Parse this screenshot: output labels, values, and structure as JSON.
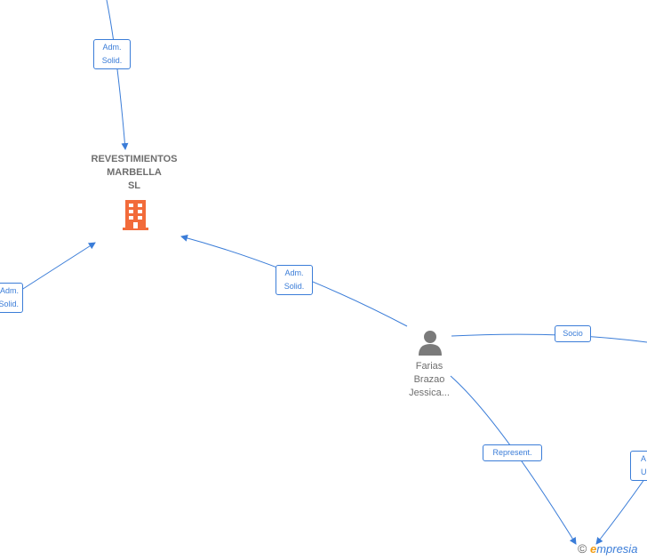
{
  "colors": {
    "edge": "#3b7dd8",
    "company_icon": "#f26b3a",
    "person_icon": "#7a7a7a",
    "brand_e": "#f39c12"
  },
  "nodes": {
    "company": {
      "name_lines": [
        "REVESTIMIENTOS",
        "MARBELLA",
        "SL"
      ],
      "icon": "building-icon"
    },
    "person": {
      "name_lines": [
        "Farias",
        "Brazao",
        "Jessica..."
      ],
      "icon": "person-icon"
    }
  },
  "edge_labels": {
    "top": [
      "Adm.",
      "Solid."
    ],
    "left": [
      "Adm.",
      "Solid."
    ],
    "center": [
      "Adm.",
      "Solid."
    ],
    "socio": [
      "Socio"
    ],
    "represent": [
      "Represent."
    ],
    "right": [
      "A",
      "Ur"
    ]
  },
  "brand": {
    "copyright": "©",
    "e": "e",
    "rest": "mpresia"
  }
}
